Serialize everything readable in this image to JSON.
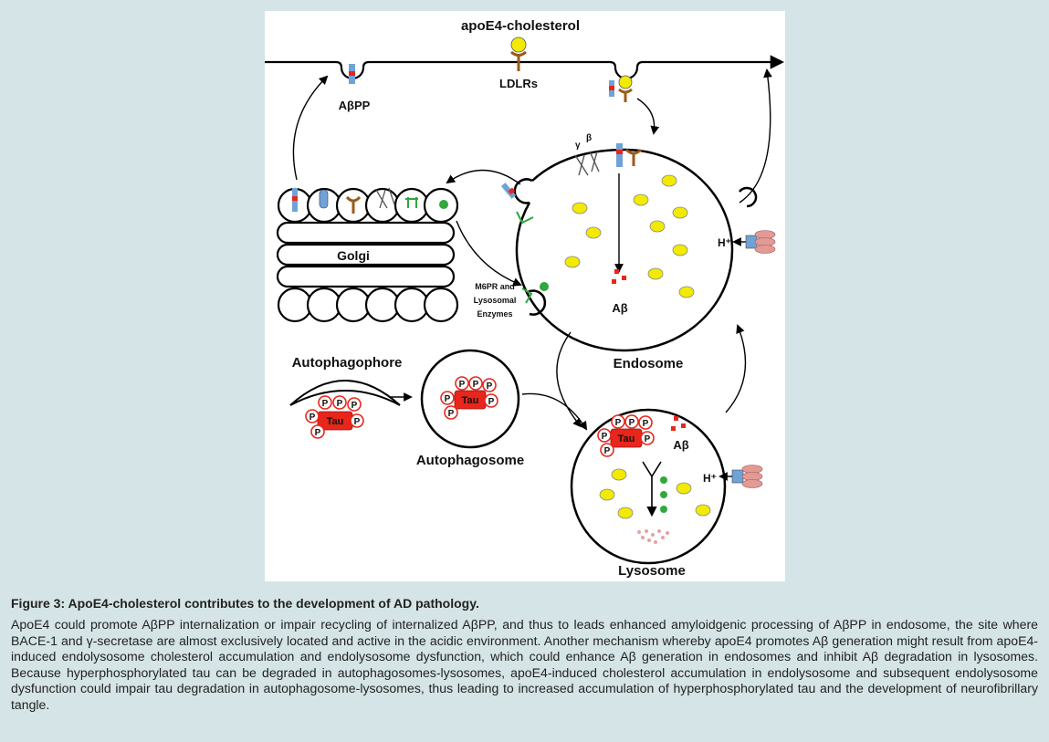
{
  "diagram": {
    "labels": {
      "apoe4_cholesterol": "apoE4-cholesterol",
      "abpp": "AβPP",
      "ldlrs": "LDLRs",
      "gamma": "γ",
      "beta": "β",
      "golgi": "Golgi",
      "m6pr_line1": "M6PR and",
      "m6pr_line2": "Lysosomal",
      "m6pr_line3": "Enzymes",
      "abeta_endosome": "Aβ",
      "hplus_endosome": "H⁺",
      "endosome": "Endosome",
      "autophagophore": "Autophagophore",
      "autophagosome": "Autophagosome",
      "tau": "Tau",
      "p": "P",
      "abeta_lysosome": "Aβ",
      "hplus_lysosome": "H⁺",
      "lysosome": "Lysosome"
    },
    "colors": {
      "membrane": "#000000",
      "cholesterol_yellow": "#f2ea00",
      "receptor_brown": "#9b5a1a",
      "abpp_blue": "#6fa3d8",
      "abeta_red": "#e8261c",
      "enzyme_green": "#2fa83c",
      "tau_red": "#e8261c",
      "pump_pink": "#e29a95"
    }
  },
  "caption": {
    "title": "Figure 3: ApoE4-cholesterol contributes to the development of AD pathology.",
    "body": "ApoE4 could promote AβPP internalization or impair recycling of internalized AβPP, and thus to leads enhanced amyloidgenic processing of AβPP in endosome, the site where BACE-1 and γ-secretase are almost exclusively located and active in the acidic environment. Another mechanism whereby apoE4 promotes Aβ generation might result from apoE4-induced endolysosome cholesterol accumulation and endolysosome dysfunction, which could enhance Aβ generation in endosomes and inhibit Aβ degradation in lysosomes. Because hyperphosphorylated tau can be degraded in autophagosomes-lysosomes, apoE4-induced cholesterol accumulation in endolysosome and subsequent endolysosome dysfunction could impair tau degradation in autophagosome-lysosomes, thus leading to increased accumulation of hyperphosphorylated tau and the development of neurofibrillary tangle."
  }
}
